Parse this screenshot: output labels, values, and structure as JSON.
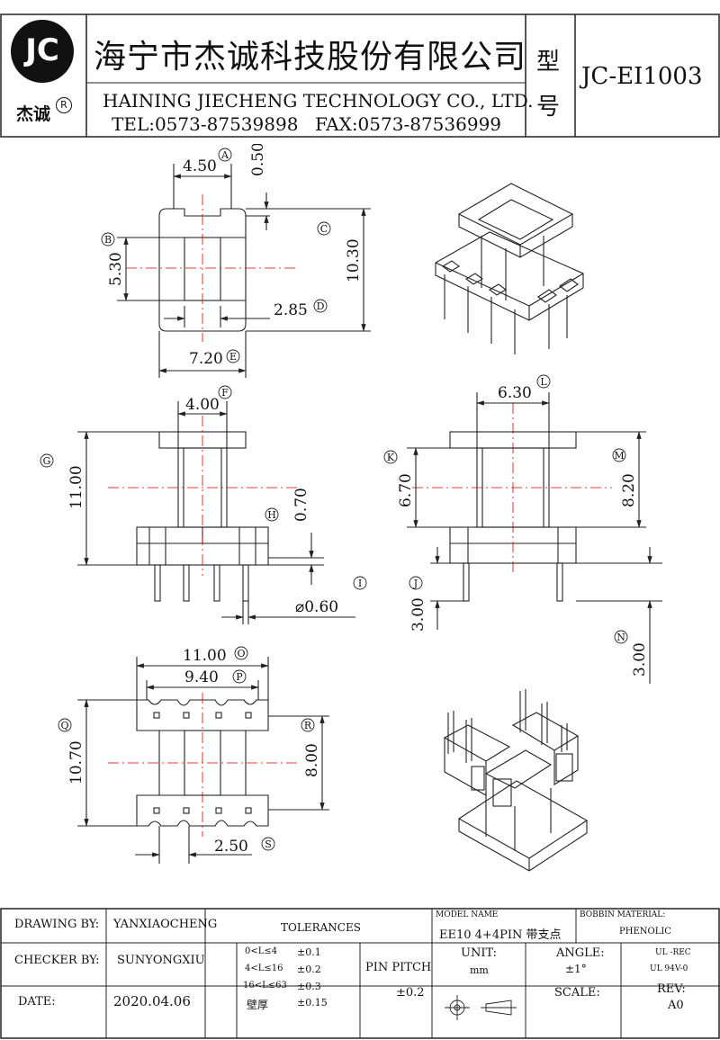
{
  "header": {
    "logo_letters": "JC",
    "logo_name": "杰诚",
    "registered_mark": "R",
    "company_cn": "海宁市杰诚科技股份有限公司",
    "company_en": "HAINING JIECHENG TECHNOLOGY CO., LTD.",
    "tel": "TEL:0573-87539898",
    "fax": "FAX:0573-87536999",
    "model_label_1": "型",
    "model_label_2": "号",
    "model_number": "JC-EI1003"
  },
  "dimensions": {
    "A": {
      "letter": "A",
      "value": "4.50"
    },
    "A2": {
      "value": "0.50"
    },
    "B": {
      "letter": "B",
      "value": "5.30"
    },
    "C": {
      "letter": "C",
      "value": "10.30"
    },
    "D": {
      "letter": "D",
      "value": "2.85"
    },
    "E": {
      "letter": "E",
      "value": "7.20"
    },
    "F": {
      "letter": "F",
      "value": "4.00"
    },
    "G": {
      "letter": "G",
      "value": "11.00"
    },
    "H": {
      "letter": "H",
      "value": "0.70"
    },
    "I": {
      "letter": "I",
      "value": "⌀0.60"
    },
    "J": {
      "letter": "J",
      "value": "3.00"
    },
    "K": {
      "letter": "K",
      "value": "6.70"
    },
    "L": {
      "letter": "L",
      "value": "6.30"
    },
    "M": {
      "letter": "M",
      "value": "8.20"
    },
    "N": {
      "letter": "N",
      "value": "3.00"
    },
    "O": {
      "letter": "O",
      "value": "11.00"
    },
    "P": {
      "letter": "P",
      "value": "9.40"
    },
    "Q": {
      "letter": "Q",
      "value": "10.70"
    },
    "R": {
      "letter": "R",
      "value": "8.00"
    },
    "S": {
      "letter": "S",
      "value": "2.50"
    }
  },
  "footer": {
    "drawing_by_label": "DRAWING  BY:",
    "drawing_by_value": "YANXIAOCHENG",
    "checker_by_label": "CHECKER  BY:",
    "checker_by_value": "SUNYONGXIU",
    "date_label": "DATE:",
    "date_value": "2020.04.06",
    "tolerances_label": "TOLERANCES",
    "tol_rows": [
      {
        "range": "0<L≤4",
        "tol": "±0.1"
      },
      {
        "range": "4<L≤16",
        "tol": "±0.2"
      },
      {
        "range": "16<L≤63",
        "tol": "±0.3"
      },
      {
        "range": "壁厚",
        "tol": "±0.15"
      }
    ],
    "pin_pitch_label": "PIN PITCH",
    "pin_pitch_value": "±0.2",
    "model_name_label": "MODEL NAME",
    "model_name_value": "EE10 4+4PIN 带支点",
    "bobbin_material_label": "BOBBIN MATERIAL:",
    "bobbin_material_value": "PHENOLIC",
    "unit_label": "UNIT:",
    "unit_value": "mm",
    "angle_label": "ANGLE:",
    "angle_value": "±1°",
    "ul_1": "UL -REC",
    "ul_2": "UL  94V-0",
    "scale_label": "SCALE:",
    "rev_label": "REV:",
    "rev_value": "A0"
  }
}
